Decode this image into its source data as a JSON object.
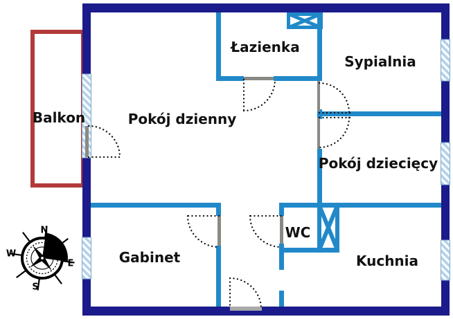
{
  "plan": {
    "rooms": {
      "balkon": "Balkon",
      "pokoj_dzienny": "Pokój dzienny",
      "lazienka": "Łazienka",
      "sypialnia": "Sypialnia",
      "pokoj_dzieciecy": "Pokój dziecięcy",
      "gabinet": "Gabinet",
      "wc": "WC",
      "kuchnia": "Kuchnia"
    },
    "compass": {
      "n": "N",
      "s": "S",
      "e": "E",
      "w": "W"
    }
  },
  "colors": {
    "outer_wall": "#1b1b8b",
    "interior_wall": "#2189c9",
    "balcony_outline": "#b23a3a",
    "window_base": "#b3d2ea",
    "window_stripe": "#ffffff",
    "window_border": "#7fa8c9",
    "door_leaf": "#8a8a85",
    "entry_leaf": "#a9a9a9",
    "door_arc": "#111111",
    "compass": "#000000",
    "label_text": "#111111",
    "background": "#ffffff"
  }
}
